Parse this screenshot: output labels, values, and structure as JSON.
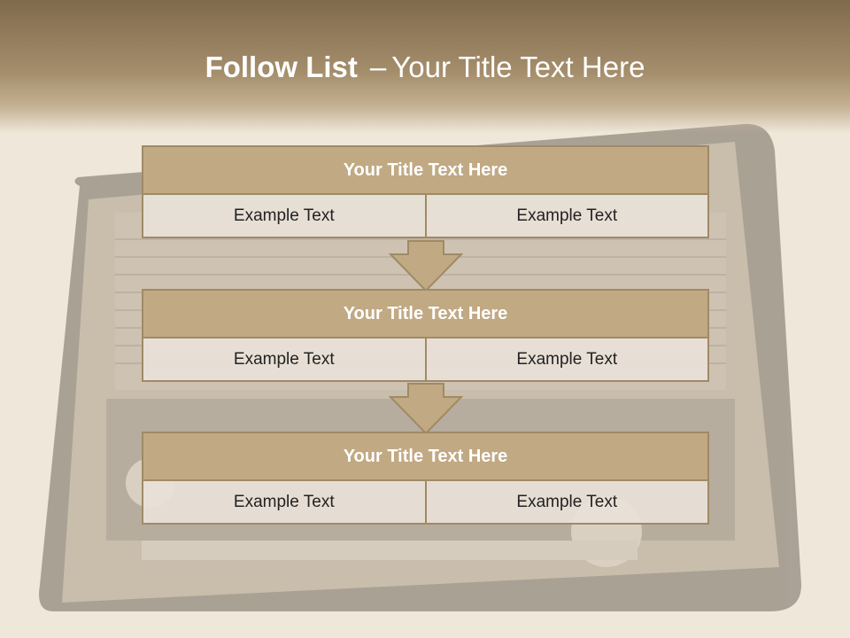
{
  "slide": {
    "title_bold": "Follow List",
    "title_dash": "–",
    "title_rest": "Your Title Text Here"
  },
  "blocks": [
    {
      "title": "Your Title Text Here",
      "left": "Example Text",
      "right": "Example Text"
    },
    {
      "title": "Your Title Text Here",
      "left": "Example Text",
      "right": "Example Text"
    },
    {
      "title": "Your Title Text Here",
      "left": "Example Text",
      "right": "Example Text"
    }
  ],
  "colors": {
    "header_top": "#7f6a4c",
    "block_head": "#c1a983",
    "block_border": "#a08a66",
    "cell_bg": "#e8e1d7",
    "background": "#efe7da"
  },
  "icons": [
    "down-arrow-icon",
    "radio-illustration"
  ]
}
